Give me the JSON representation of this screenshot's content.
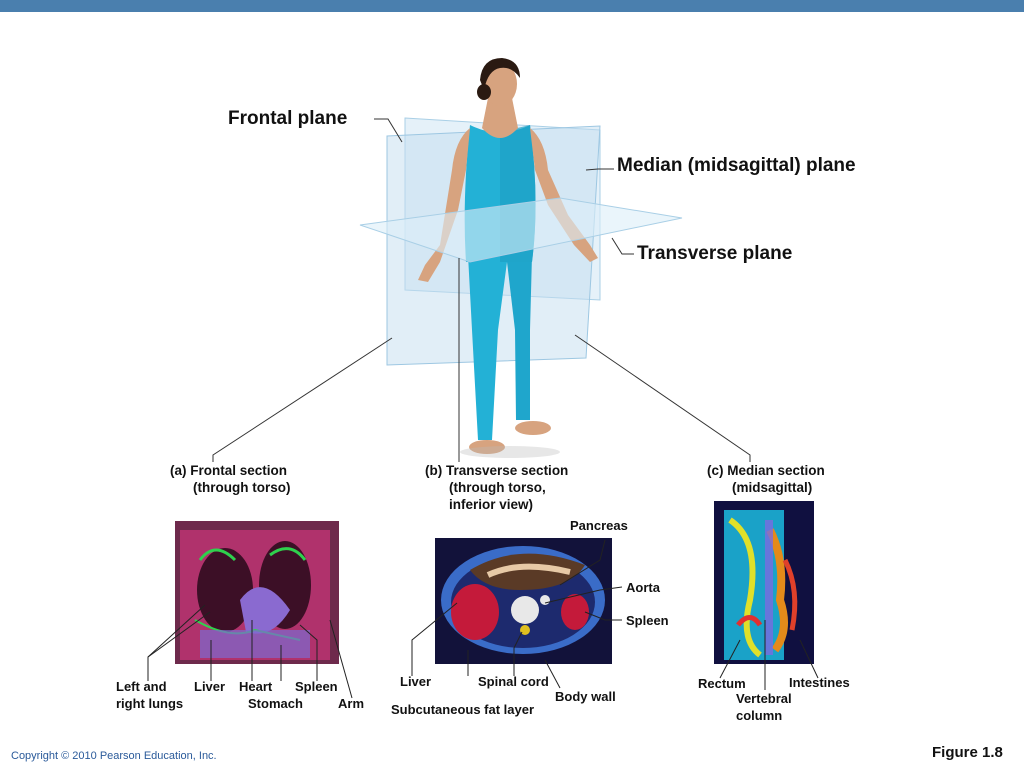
{
  "colors": {
    "topbar": "#4a7fae",
    "suit": "#23b1d6",
    "skin": "#d7a37f",
    "plane": "#c9e2f1"
  },
  "planes": {
    "frontal": "Frontal plane",
    "median": "Median (midsagittal) plane",
    "transverse": "Transverse plane"
  },
  "sections": {
    "a_title_1": "(a) Frontal section",
    "a_title_2": "(through torso)",
    "b_title_1": "(b) Transverse section",
    "b_title_2": "(through torso,",
    "b_title_3": "inferior view)",
    "c_title_1": "(c) Median section",
    "c_title_2": "(midsagittal)"
  },
  "frontal_labels": {
    "lungs_1": "Left and",
    "lungs_2": "right lungs",
    "liver": "Liver",
    "heart": "Heart",
    "spleen": "Spleen",
    "stomach": "Stomach",
    "arm": "Arm"
  },
  "transverse_labels": {
    "pancreas": "Pancreas",
    "aorta": "Aorta",
    "spleen": "Spleen",
    "liver": "Liver",
    "spinal_cord": "Spinal cord",
    "body_wall": "Body wall",
    "fat_layer": "Subcutaneous fat layer"
  },
  "median_labels": {
    "rectum": "Rectum",
    "intestines": "Intestines",
    "vertebral_1": "Vertebral",
    "vertebral_2": "column"
  },
  "footer": {
    "copyright": "Copyright © 2010 Pearson Education, Inc.",
    "figure": "Figure 1.8"
  }
}
